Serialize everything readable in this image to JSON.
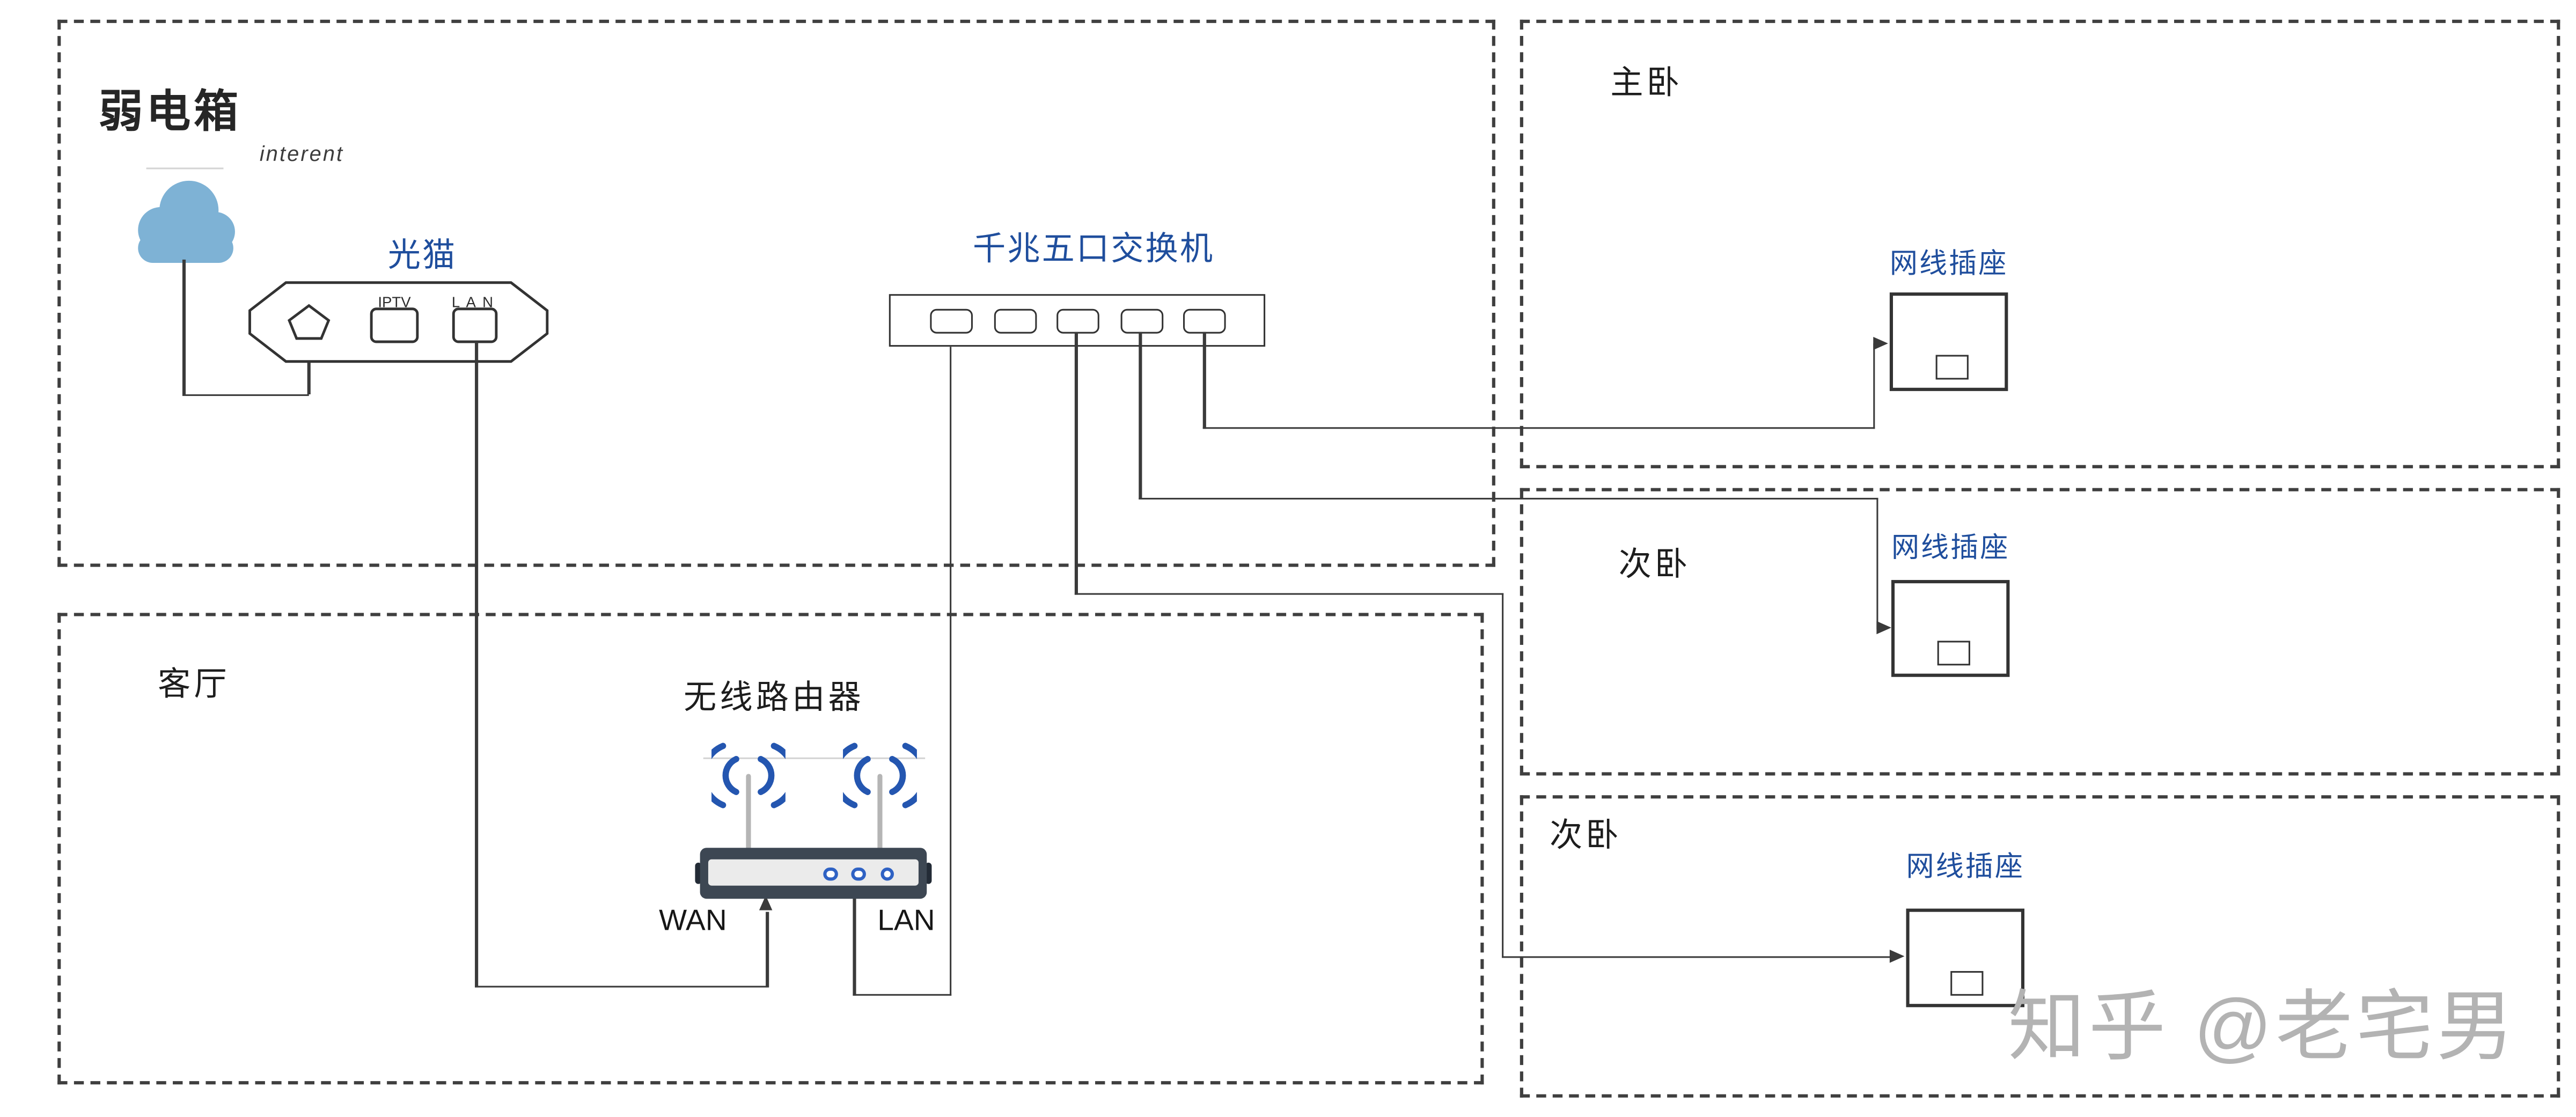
{
  "regions": {
    "weak_current_box": "弱电箱",
    "living_room": "客厅",
    "master_bedroom": "主卧",
    "second_bedroom_a": "次卧",
    "second_bedroom_b": "次卧"
  },
  "internet": {
    "label": "interent"
  },
  "modem": {
    "label": "光猫",
    "iptv_port_label": "IPTV",
    "lan_port_label": "L A N"
  },
  "switch": {
    "label": "千兆五口交换机",
    "port_count": 5
  },
  "router": {
    "label": "无线路由器",
    "wan_label": "WAN",
    "lan_label": "LAN"
  },
  "sockets": {
    "master": {
      "label": "网线插座"
    },
    "second_a": {
      "label": "网线插座"
    },
    "second_b": {
      "label": "网线插座"
    }
  },
  "watermark": "知乎 @老宅男",
  "colors": {
    "label_blue": "#1f4e9d",
    "wire": "#3a3a3a",
    "cloud_blue": "#7eb2d5",
    "wifi_blue": "#2456b0",
    "led_blue": "#2f62c4",
    "router_body": "#3d4753",
    "watermark_gray": "#b3b3b3"
  }
}
